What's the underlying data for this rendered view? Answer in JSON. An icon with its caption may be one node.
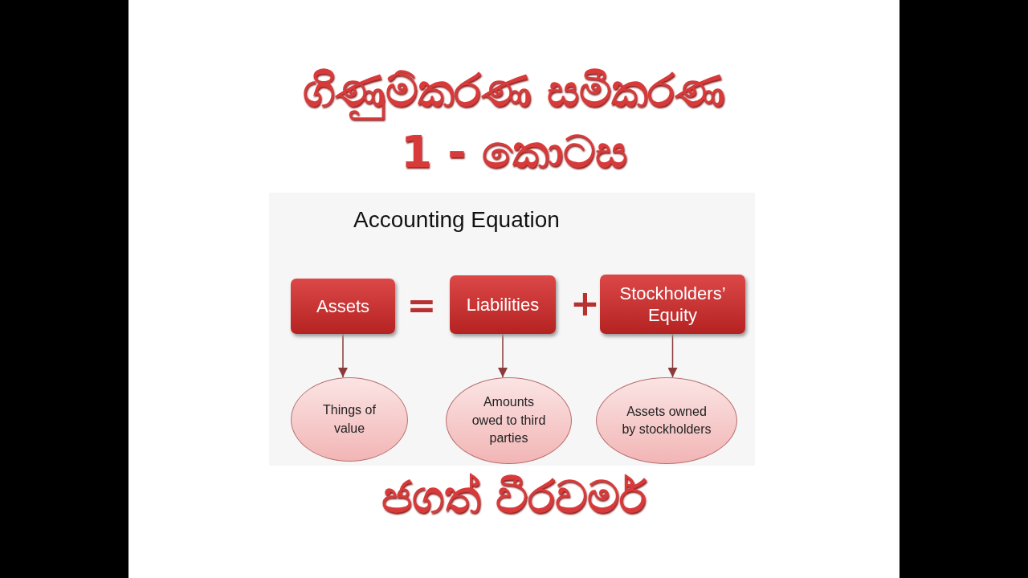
{
  "diagram": {
    "title": "ගිණුම්කරණ සමීකරණ",
    "nodes": [
      {
        "text": [
          "Assets"
        ]
      },
      {
        "text": [
          "Liabilities"
        ]
      },
      {
        "text": [
          "Stockholders’ Equity"
        ]
      },
      {
        "text": [
          "Things of value"
        ]
      },
      {
        "text": [
          "Amounts owed to third parties"
        ]
      },
      {
        "text": [
          "Assets owned by stockholders"
        ]
      }
    ],
    "edges": [
      {
        "from": 0,
        "to": 3,
        "arrow": "to"
      },
      {
        "from": 1,
        "to": 4,
        "arrow": "to"
      },
      {
        "from": 2,
        "to": 5,
        "arrow": "to"
      }
    ],
    "labels": [
      "1 - කොටස",
      "Accounting Equation",
      "=",
      "+",
      "ජගත් වීරවර්ම"
    ]
  }
}
